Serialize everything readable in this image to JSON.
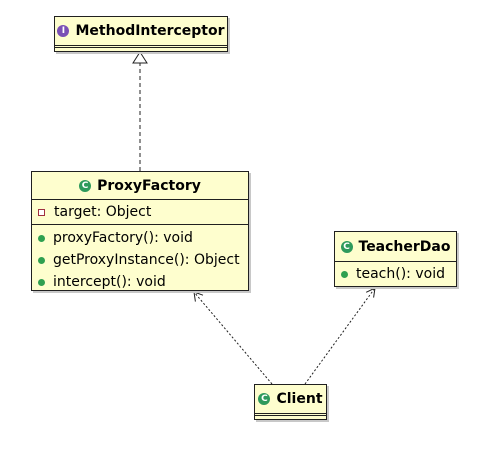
{
  "diagram": {
    "interface": {
      "name": "MethodInterceptor",
      "badge": "I"
    },
    "proxy_factory": {
      "name": "ProxyFactory",
      "badge": "C",
      "attributes": [
        "target: Object"
      ],
      "methods": [
        "proxyFactory(): void",
        "getProxyInstance(): Object",
        "intercept(): void"
      ]
    },
    "teacher_dao": {
      "name": "TeacherDao",
      "badge": "C",
      "methods": [
        "teach(): void"
      ]
    },
    "client": {
      "name": "Client",
      "badge": "C"
    },
    "relationships": [
      {
        "from": "ProxyFactory",
        "to": "MethodInterceptor",
        "kind": "realization"
      },
      {
        "from": "Client",
        "to": "ProxyFactory",
        "kind": "dependency"
      },
      {
        "from": "Client",
        "to": "TeacherDao",
        "kind": "dependency"
      }
    ]
  }
}
